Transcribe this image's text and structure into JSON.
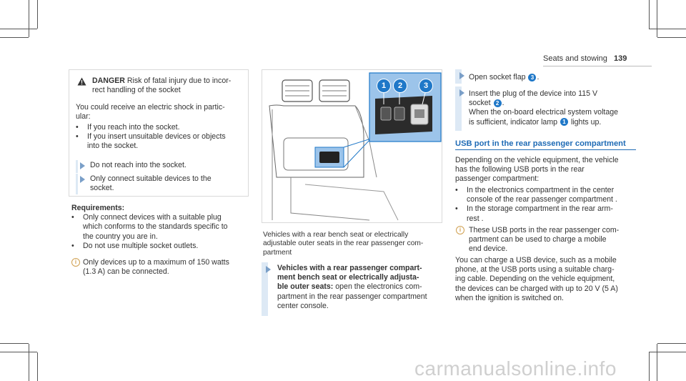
{
  "header": {
    "section": "Seats and stowing",
    "page_number": "139"
  },
  "danger_box": {
    "title": "DANGER",
    "title_rest": "Risk of fatal injury due to incor-",
    "title_line2": "rect handling of the socket",
    "intro_line1": "You could receive an electric shock in partic-",
    "intro_line2": "ular:",
    "bullets": [
      [
        "If you reach into the socket."
      ],
      [
        "If you insert unsuitable devices or objects",
        "into the socket."
      ]
    ],
    "actions": [
      [
        "Do not reach into the socket."
      ],
      [
        "Only connect suitable devices to the",
        "socket."
      ]
    ]
  },
  "requirements": {
    "heading": "Requirements:",
    "items": [
      [
        "Only connect devices with a suitable plug",
        "which conforms to the standards specific to",
        "the country you are in."
      ],
      [
        "Do not use multiple socket outlets."
      ]
    ],
    "note": [
      "Only devices up to a maximum of 150 watts",
      "(1.3 A) can be connected."
    ]
  },
  "figure": {
    "callouts": [
      "1",
      "2",
      "3"
    ],
    "caption": [
      "Vehicles with a rear bench seat or electrically",
      "adjustable outer seats in the rear passenger com-",
      "partment"
    ]
  },
  "vehicles_instruction": {
    "bold_lines": [
      "Vehicles with a rear passenger compart-",
      "ment bench seat or electrically adjusta-",
      "ble outer seats:"
    ],
    "rest_first": "open the electronics com-",
    "rest_lines": [
      "partment in the rear passenger compartment",
      "center console."
    ]
  },
  "right_steps": {
    "step1": {
      "text": "Open socket flap",
      "badge": "3",
      "tail": "."
    },
    "step2": {
      "line1": "Insert the plug of the device into 115 V",
      "line2_text": "socket",
      "line2_badge": "2",
      "line2_tail": ".",
      "line3": "When the on-board electrical system voltage",
      "line4_text": "is sufficient, indicator lamp",
      "line4_badge": "1",
      "line4_tail": "lights up."
    }
  },
  "usb_section": {
    "heading": "USB port in the rear passenger compartment",
    "intro": [
      "Depending on the vehicle equipment, the vehicle",
      "has the following USB ports in the rear",
      "passenger compartment:"
    ],
    "bullets": [
      [
        "In the electronics compartment in the center",
        "console of the rear passenger compartment ."
      ],
      [
        "In the storage compartment in the rear arm-",
        "rest ."
      ]
    ],
    "note": [
      "These USB ports in the rear passenger com-",
      "partment can be used to charge a mobile",
      "end device."
    ],
    "outro": [
      "You can charge a USB device, such as a mobile",
      "phone, at the USB ports using a suitable charg-",
      "ing cable. Depending on the vehicle equipment,",
      "the devices can be charged with up to 20 V (5 A)",
      "when the ignition is switched on."
    ]
  },
  "watermark": "carmanualsonline.info",
  "colors": {
    "accent_blue": "#1f78c8",
    "warning": "#d0a050",
    "bar_blue": "#dde9f5"
  }
}
